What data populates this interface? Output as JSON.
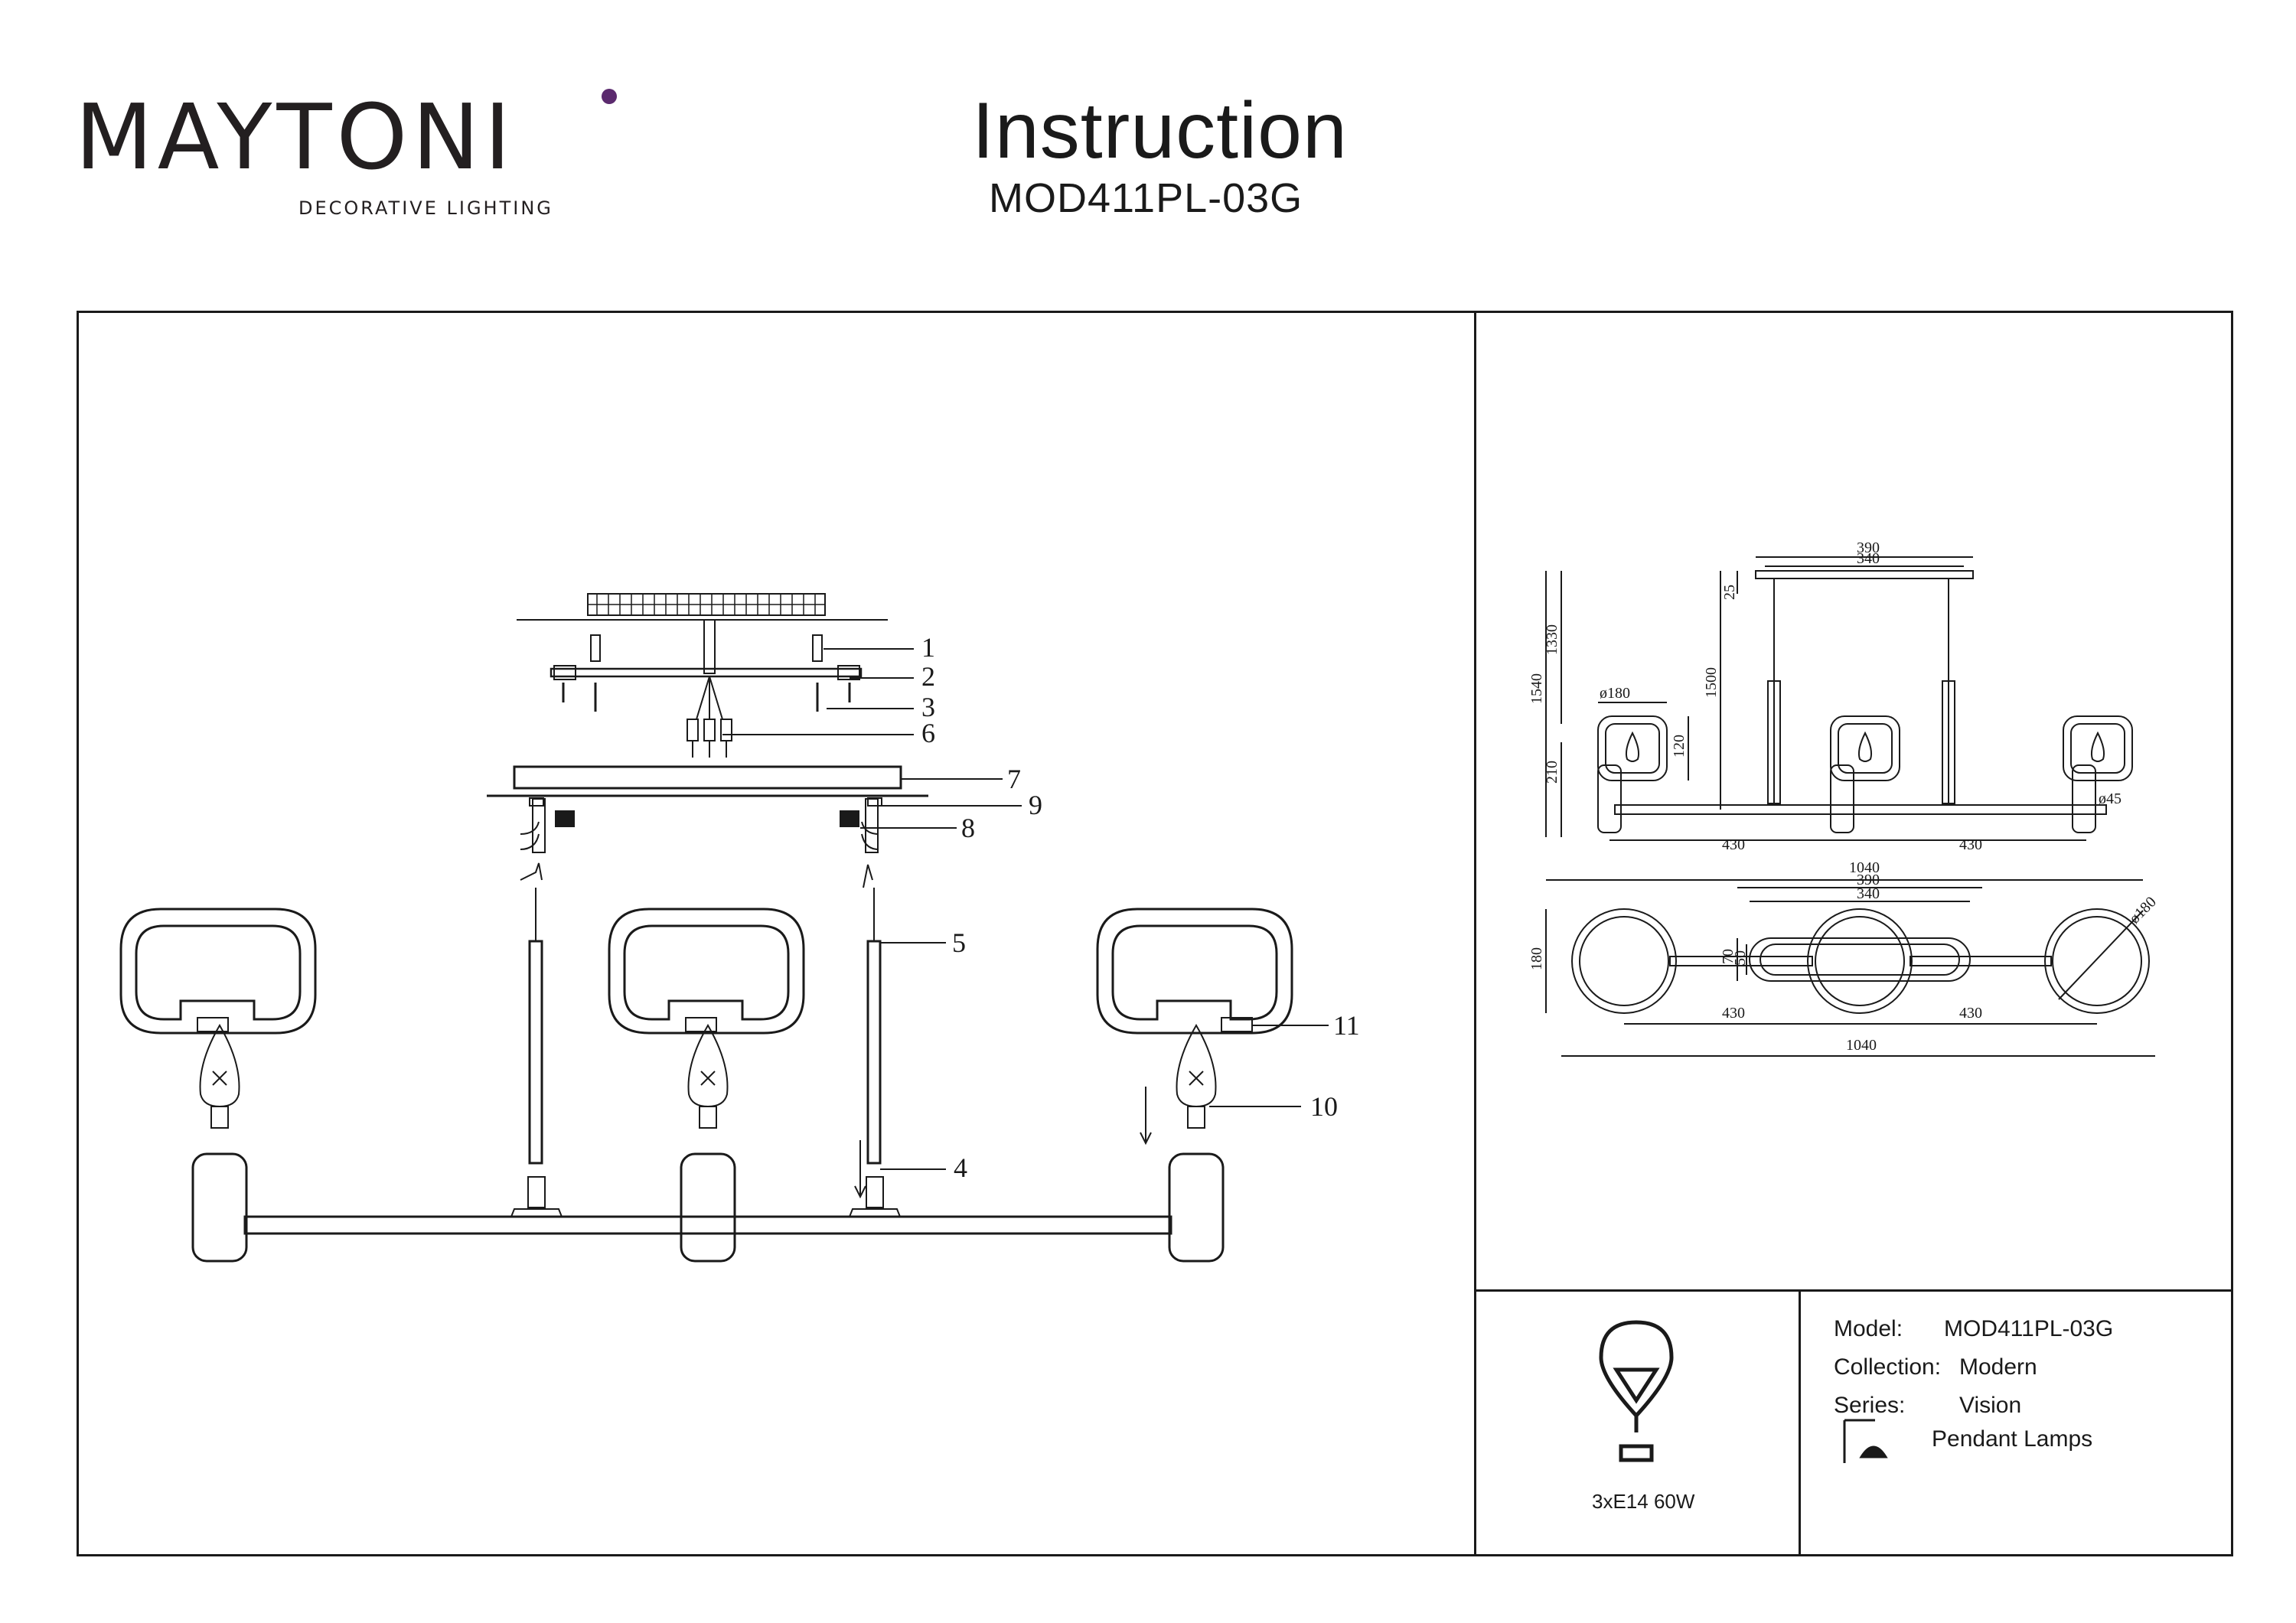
{
  "brand": {
    "name": "MAYTONI",
    "tagline": "DECORATIVE LIGHTING",
    "accent": "#5b2a6e"
  },
  "header": {
    "title": "Instruction",
    "model_code": "MOD411PL-03G"
  },
  "callouts": [
    "1",
    "2",
    "3",
    "4",
    "5",
    "6",
    "7",
    "8",
    "9",
    "10",
    "11"
  ],
  "dimensions": {
    "front": {
      "canopy_outer": "390",
      "canopy_inner": "340",
      "canopy_height": "25",
      "total_height": "1540",
      "rod_height": "1330",
      "drop": "1500",
      "shade_diameter": "ø180",
      "shade_height": "120",
      "lower_height": "210",
      "socket_diameter": "ø45",
      "arm_left": "430",
      "arm_right": "430",
      "total_width": "1040"
    },
    "top": {
      "canopy_outer": "390",
      "canopy_inner": "340",
      "depth": "180",
      "canopy_depth_outer": "70",
      "canopy_depth_inner": "50",
      "shade_diameter": "ø180",
      "arm_left": "430",
      "arm_right": "430",
      "total_width": "1040"
    }
  },
  "specs": {
    "bulb": {
      "icon": "bulb-icon",
      "label": "3xE14 60W"
    },
    "model_label": "Model:",
    "model_value": "MOD411PL-03G",
    "collection_label": "Collection:",
    "collection_value": "Modern",
    "series_label": "Series:",
    "series_value": "Vision",
    "type_icon": "pendant-lamp-icon",
    "type_value": "Pendant Lamps"
  }
}
